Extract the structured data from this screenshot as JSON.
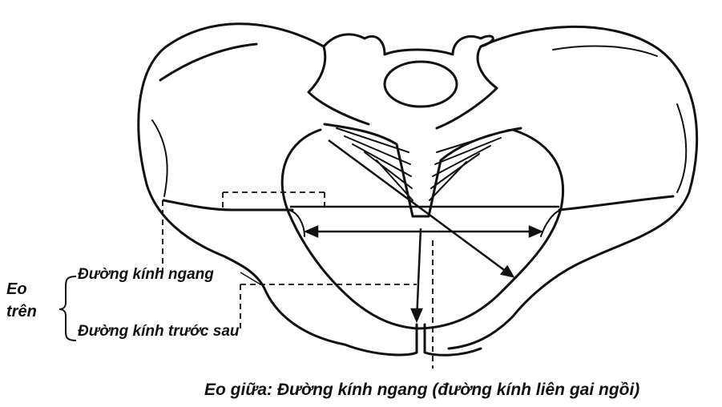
{
  "labels": {
    "inlet": "Eo\ntrên",
    "inlet_line1": "Eo",
    "inlet_line2": "trên",
    "transverse_diameter": "Đường kính ngang",
    "ap_diameter": "Đường kính trước sau",
    "mid_pelvis": "Eo giữa: Đường kính ngang (đường kính liên gai ngồi)"
  },
  "colors": {
    "ink": "#111111",
    "paper": "#ffffff"
  }
}
